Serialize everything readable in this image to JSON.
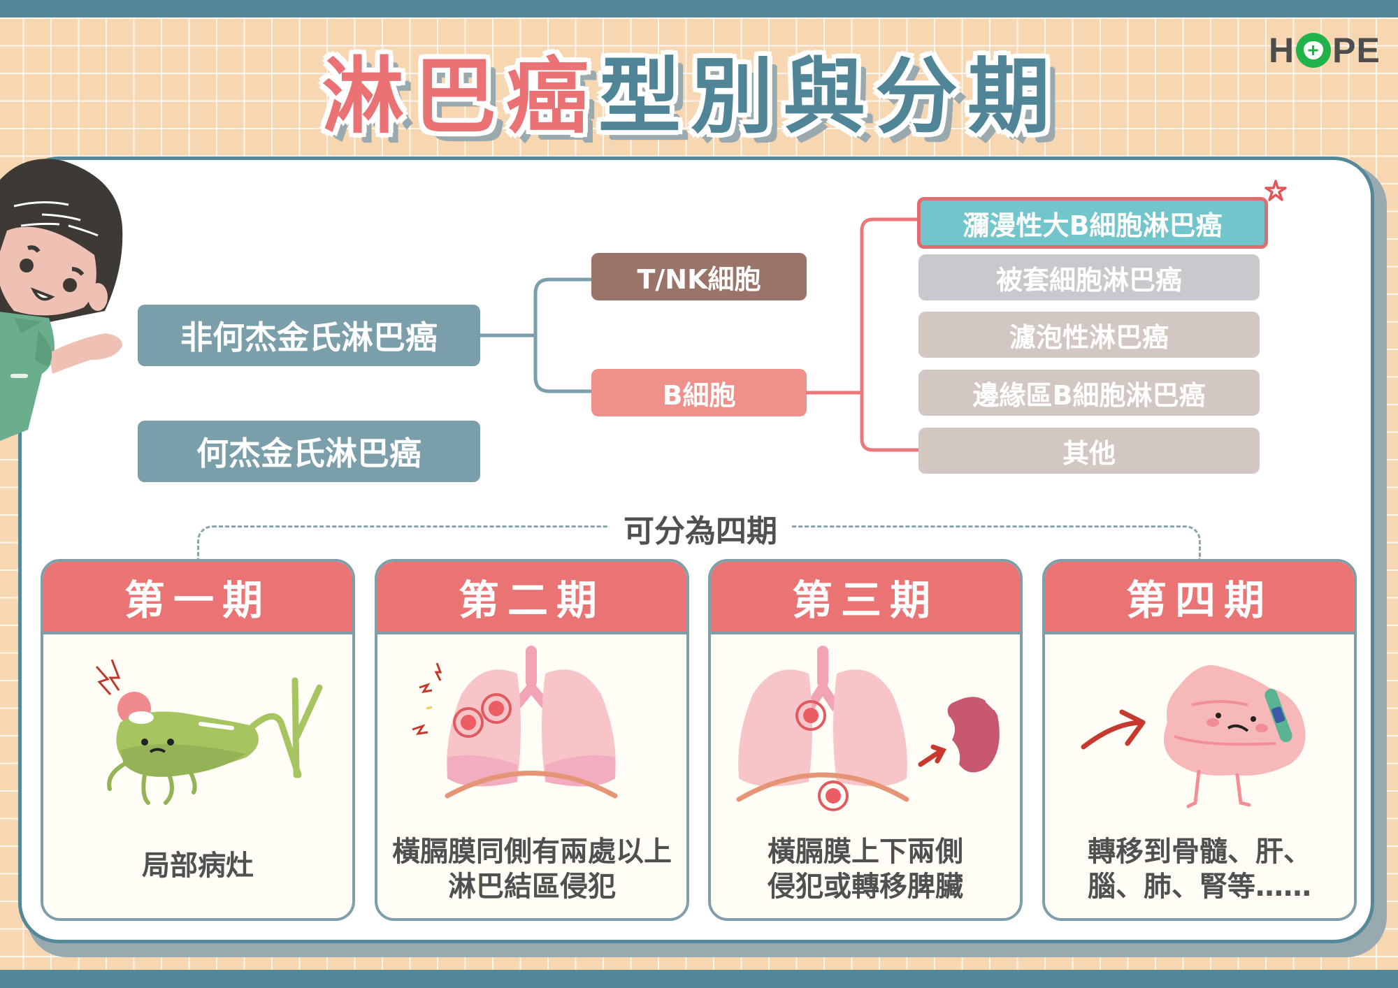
{
  "title": {
    "part_pink": [
      "淋",
      "巴",
      "癌"
    ],
    "part_teal": [
      "型",
      "別",
      "與",
      "分",
      "期"
    ],
    "full": "淋巴癌型別與分期"
  },
  "logo": {
    "prefix": "H",
    "suffix": "PE",
    "cross": "+",
    "full": "HOPE"
  },
  "diagram": {
    "root_nonhodgkin": "非何杰金氏淋巴癌",
    "root_hodgkin": "何杰金氏淋巴癌",
    "branch_tnk": "T/NK細胞",
    "branch_b": "B細胞",
    "b_subtypes": [
      {
        "label": "瀰漫性大B細胞淋巴癌",
        "highlight": true,
        "color": "#72c5cb"
      },
      {
        "label": "被套細胞淋巴癌",
        "highlight": false,
        "color": "#c9c9cd"
      },
      {
        "label": "濾泡性淋巴癌",
        "highlight": false,
        "color": "#d2c7c2"
      },
      {
        "label": "邊緣區B細胞淋巴癌",
        "highlight": false,
        "color": "#d2c7c2"
      },
      {
        "label": "其他",
        "highlight": false,
        "color": "#d2c7c2"
      }
    ]
  },
  "stages": {
    "label": "可分為四期",
    "items": [
      {
        "title": "第一期",
        "lines": [
          "局部病灶"
        ],
        "illustration": "gallbladder-icon"
      },
      {
        "title": "第二期",
        "lines": [
          "橫膈膜同側有兩處以上",
          "淋巴結區侵犯"
        ],
        "illustration": "lungs-icon"
      },
      {
        "title": "第三期",
        "lines": [
          "橫膈膜上下兩側",
          "侵犯或轉移脾臟"
        ],
        "illustration": "lungs-spleen-icon"
      },
      {
        "title": "第四期",
        "lines": [
          "轉移到骨髓、肝、",
          "腦、肺、腎等……"
        ],
        "illustration": "intestine-icon"
      }
    ]
  },
  "colors": {
    "teal": "#548898",
    "pink": "#ea7374",
    "box_blue": "#7a9fab",
    "tnk_brown": "#9b7469",
    "b_pink": "#ee918b",
    "background": "#f7d6b2"
  }
}
